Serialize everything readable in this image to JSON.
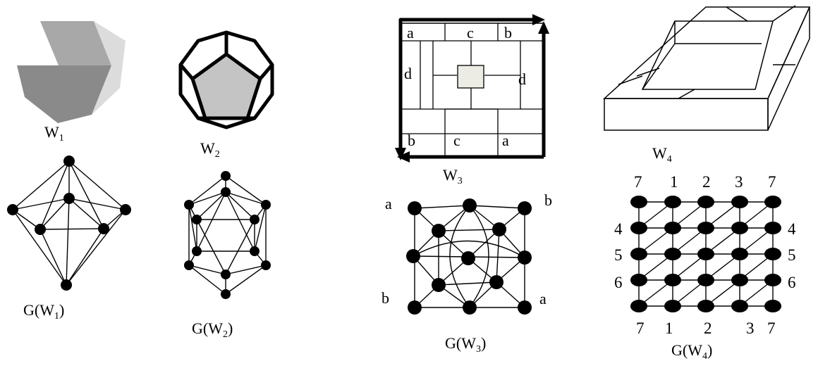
{
  "captions": {
    "w1": "W",
    "w1_sub": "1",
    "w2": "W",
    "w2_sub": "2",
    "w3": "W",
    "w3_sub": "3",
    "w4": "W",
    "w4_sub": "4",
    "g1_pre": "G(W",
    "g1_sub": "1",
    "g1_post": ")",
    "g2_pre": "G(W",
    "g2_sub": "2",
    "g2_post": ")",
    "g3_pre": "G(W",
    "g3_sub": "3",
    "g3_post": ")",
    "g4_pre": "G(W",
    "g4_sub": "4",
    "g4_post": ")"
  },
  "w3_labels": {
    "top_left": "a",
    "top_mid": "c",
    "top_right": "b",
    "left_mid": "d",
    "right_mid": "d",
    "bottom_left": "b",
    "bottom_mid": "c",
    "bottom_right": "a"
  },
  "g3_labels": {
    "top_left": "a",
    "top_right": "b",
    "bottom_left": "b",
    "bottom_right": "a"
  },
  "g4_labels": {
    "top": [
      "7",
      "1",
      "2",
      "3",
      "7"
    ],
    "bottom": [
      "7",
      "1",
      "2",
      "3",
      "7"
    ],
    "left": [
      "4",
      "5",
      "6"
    ],
    "right": [
      "4",
      "5",
      "6"
    ]
  },
  "colors": {
    "w1_front": "#8a8a8a",
    "w1_top": "#a8a8a8",
    "w1_side": "#dcdcdc",
    "w2_face": "#c4c4c4",
    "w3_center": "#ecece4"
  }
}
